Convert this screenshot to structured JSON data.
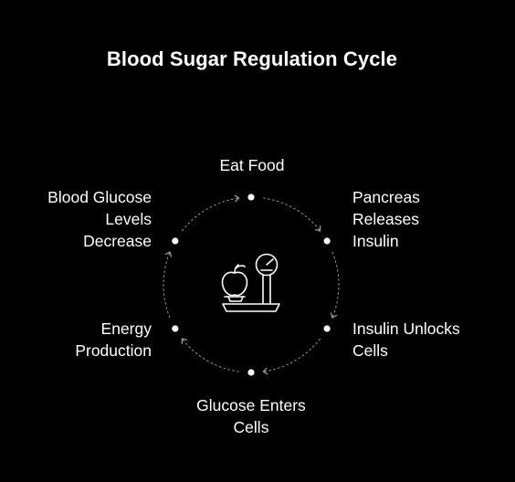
{
  "title": "Blood Sugar Regulation Cycle",
  "colors": {
    "background": "#000000",
    "foreground": "#ffffff",
    "ring": "#9a9a9a"
  },
  "center_icon": "food-and-scale-icon",
  "steps": [
    {
      "lines": [
        "Eat Food"
      ]
    },
    {
      "lines": [
        "Pancreas",
        "Releases",
        "Insulin"
      ]
    },
    {
      "lines": [
        "Insulin Unlocks",
        "Cells"
      ]
    },
    {
      "lines": [
        "Glucose Enters",
        "Cells"
      ]
    },
    {
      "lines": [
        "Energy",
        "Production"
      ]
    },
    {
      "lines": [
        "Blood Glucose",
        "Levels",
        "Decrease"
      ]
    }
  ]
}
